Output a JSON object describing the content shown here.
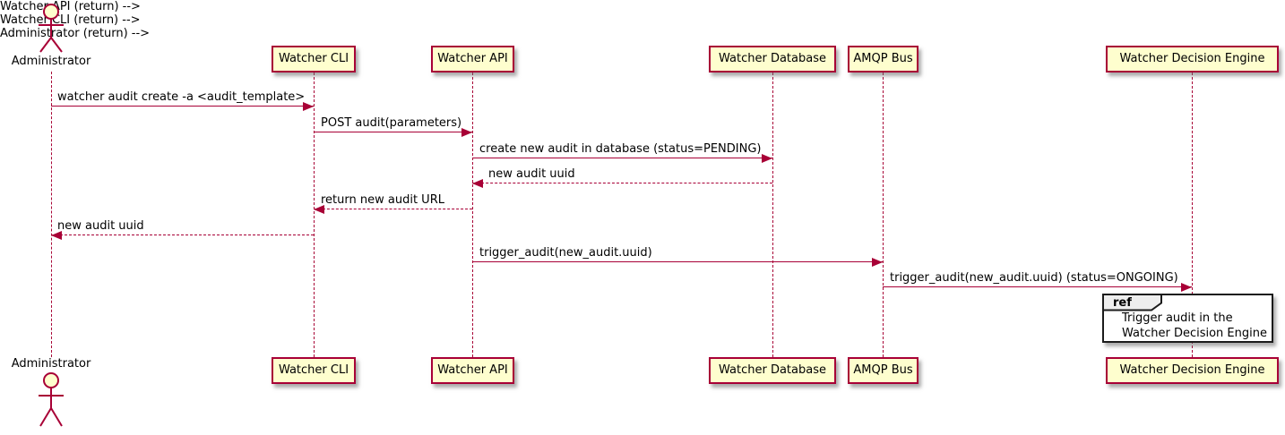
{
  "diagram": {
    "actor": {
      "name": "Administrator"
    },
    "participants": [
      {
        "label": "Watcher CLI"
      },
      {
        "label": "Watcher API"
      },
      {
        "label": "Watcher Database"
      },
      {
        "label": "AMQP Bus"
      },
      {
        "label": "Watcher Decision Engine"
      }
    ],
    "messages": [
      {
        "text": "watcher audit create -a <audit_template>",
        "from": "Administrator",
        "to": "Watcher CLI",
        "line": "solid"
      },
      {
        "text": "POST audit(parameters)",
        "from": "Watcher CLI",
        "to": "Watcher API",
        "line": "solid"
      },
      {
        "text": "create new audit in database (status=PENDING)",
        "from": "Watcher API",
        "to": "Watcher Database",
        "line": "solid"
      },
      {
        "text": "new audit uuid",
        "from": "Watcher Database",
        "to": "Watcher API",
        "line": "dashed"
      },
      {
        "text": "return new audit URL",
        "from": "Watcher API",
        "to": "Watcher CLI",
        "line": "dashed"
      },
      {
        "text": "new audit uuid",
        "from": "Watcher CLI",
        "to": "Administrator",
        "line": "dashed"
      },
      {
        "text": "trigger_audit(new_audit.uuid)",
        "from": "Watcher API",
        "to": "AMQP Bus",
        "line": "solid"
      },
      {
        "text": "trigger_audit(new_audit.uuid) (status=ONGOING)",
        "from": "AMQP Bus",
        "to": "Watcher Decision Engine",
        "line": "solid"
      }
    ],
    "ref_fragment": {
      "keyword": "ref",
      "lines": [
        "Trigger audit in the",
        "Watcher Decision Engine"
      ]
    },
    "colors": {
      "participant_fill": "#FEFECE",
      "participant_border": "#A80036",
      "arrow": "#A80036",
      "ref_border": "#1b1b1b",
      "ref_tab_fill": "#EEEEEE",
      "text": "#000000"
    }
  }
}
